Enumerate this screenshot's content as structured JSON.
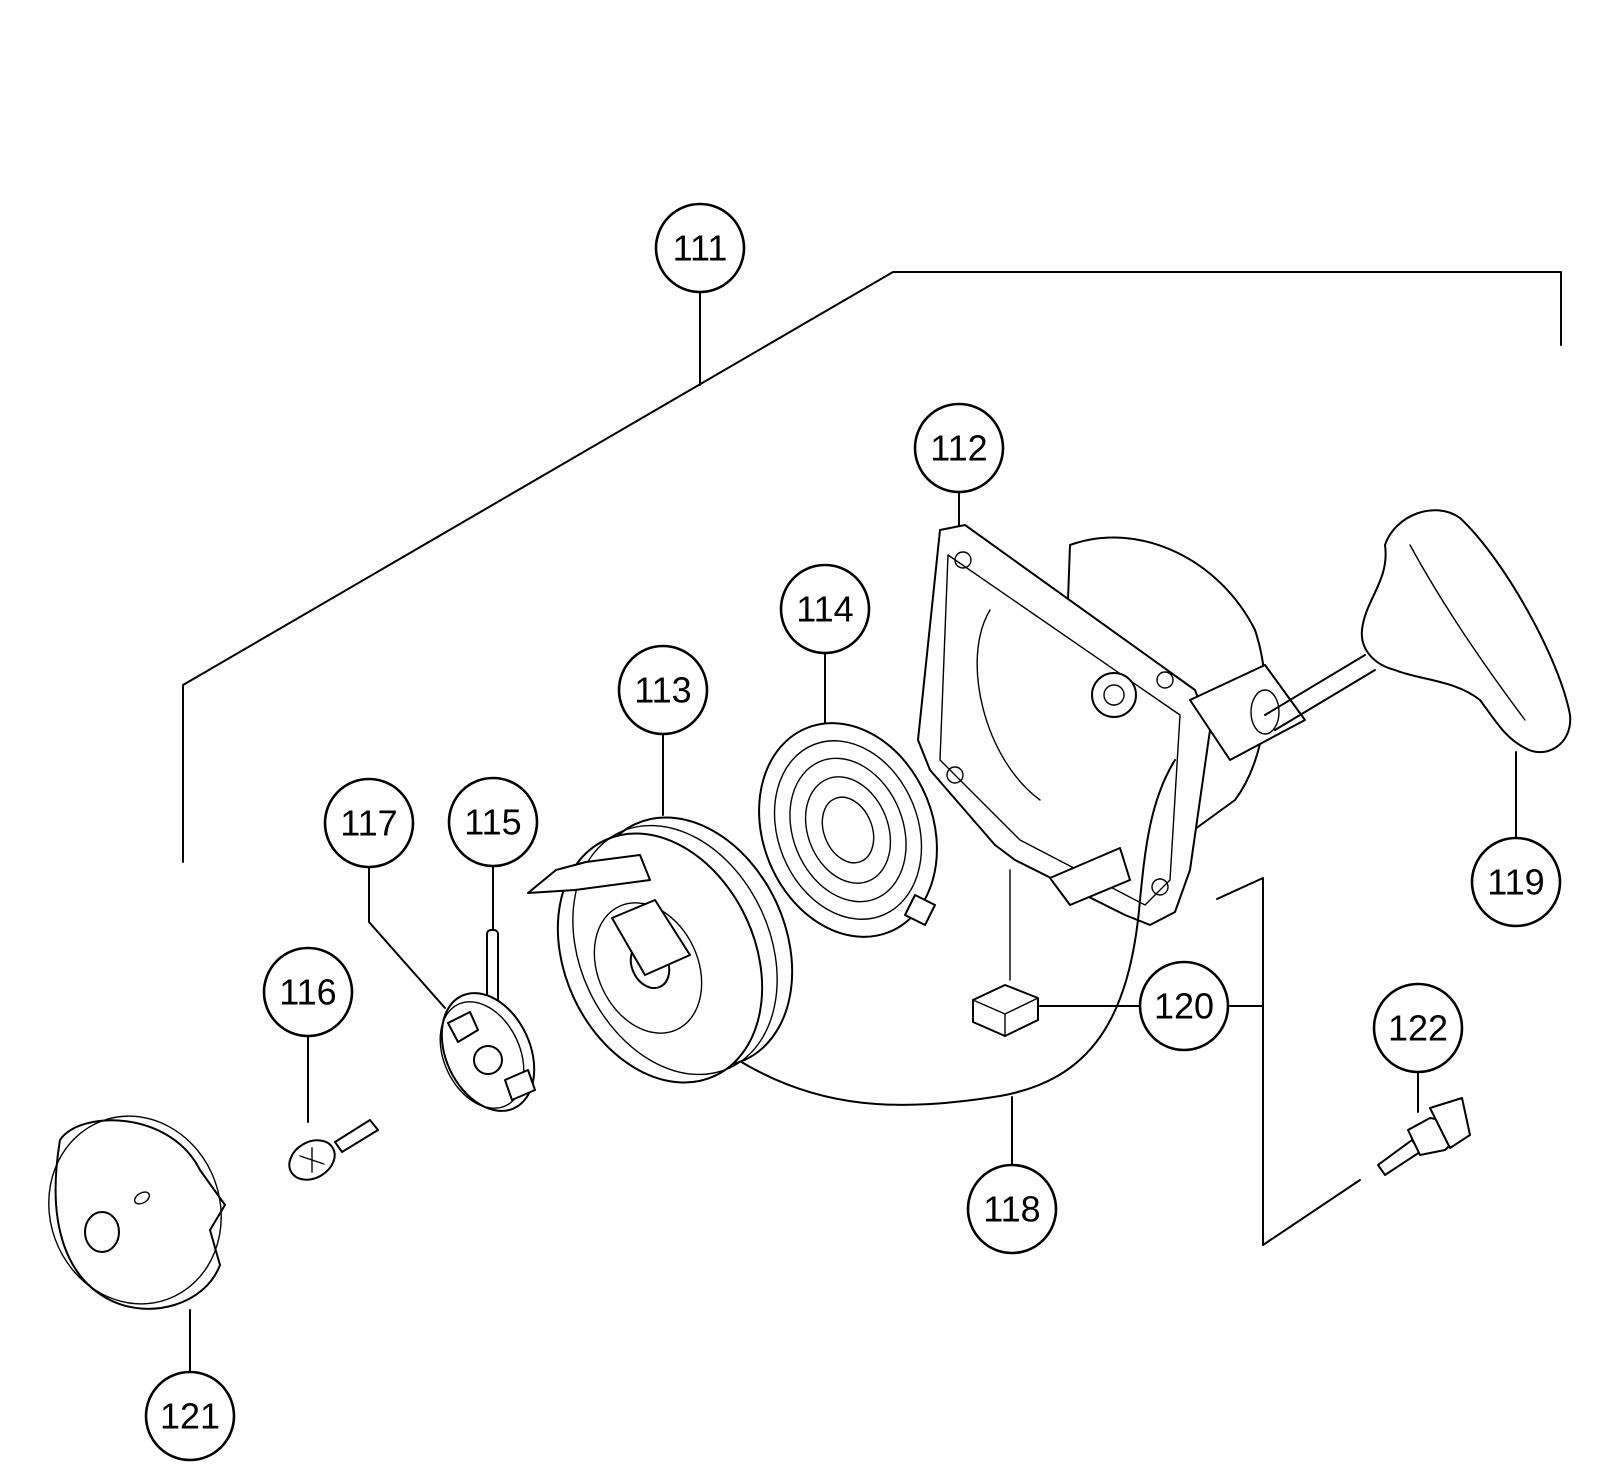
{
  "callouts": [
    {
      "id": "111",
      "label": "111"
    },
    {
      "id": "112",
      "label": "112"
    },
    {
      "id": "113",
      "label": "113"
    },
    {
      "id": "114",
      "label": "114"
    },
    {
      "id": "115",
      "label": "115"
    },
    {
      "id": "116",
      "label": "116"
    },
    {
      "id": "117",
      "label": "117"
    },
    {
      "id": "118",
      "label": "118"
    },
    {
      "id": "119",
      "label": "119"
    },
    {
      "id": "120",
      "label": "120"
    },
    {
      "id": "121",
      "label": "121"
    },
    {
      "id": "122",
      "label": "122"
    }
  ]
}
